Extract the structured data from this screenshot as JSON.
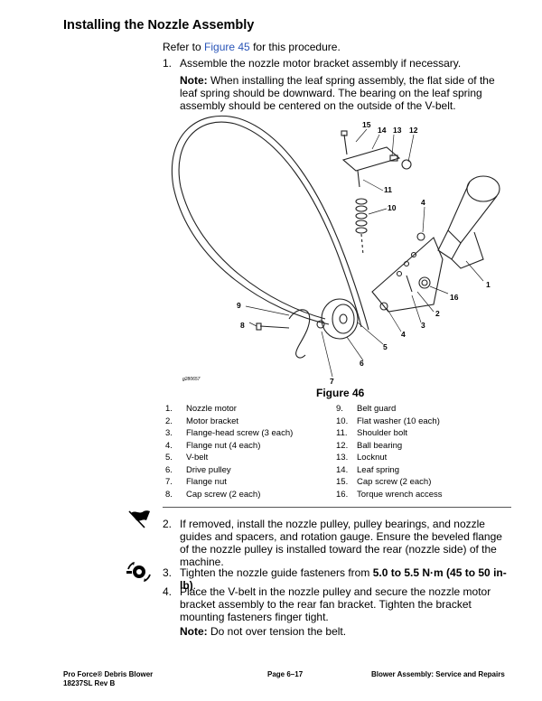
{
  "section_title": "Installing the Nozzle Assembly",
  "intro": {
    "prefix": "Refer to ",
    "link": "Figure 45",
    "suffix": " for this procedure."
  },
  "steps": [
    {
      "num": "1.",
      "text": "Assemble the nozzle motor bracket assembly if necessary."
    },
    {
      "num": "2.",
      "text": "If removed, install the nozzle pulley, pulley bearings, and nozzle guides and spacers, and rotation gauge. Ensure the beveled flange of the nozzle pulley is installed toward the rear (nozzle side) of the machine."
    },
    {
      "num": "3.",
      "text_prefix": "Tighten the nozzle guide fasteners from ",
      "text_bold": "5.0 to 5.5 N·m (45 to 50 in-lb)",
      "text_suffix": "."
    },
    {
      "num": "4.",
      "text": "Place the V-belt in the nozzle pulley and secure the nozzle motor bracket assembly to the rear fan bracket. Tighten the bracket mounting fasteners finger tight."
    }
  ],
  "note1": {
    "label": "Note:",
    "text": " When installing the leaf spring assembly, the flat side of the leaf spring should be downward.  The bearing on the leaf spring assembly should be centered on the outside of the V-belt."
  },
  "note2": {
    "label": "Note:",
    "text": " Do not over tension the belt."
  },
  "figure": {
    "caption": "Figure 46",
    "image_id": "g280657",
    "callouts": [
      "15",
      "14",
      "13",
      "12",
      "11",
      "10",
      "4",
      "1",
      "16",
      "2",
      "3",
      "4",
      "5",
      "6",
      "7",
      "8",
      "9"
    ]
  },
  "legend_left": [
    {
      "num": "1.",
      "label": "Nozzle motor"
    },
    {
      "num": "2.",
      "label": "Motor bracket"
    },
    {
      "num": "3.",
      "label": "Flange-head screw (3 each)"
    },
    {
      "num": "4.",
      "label": "Flange nut (4 each)"
    },
    {
      "num": "5.",
      "label": "V-belt"
    },
    {
      "num": "6.",
      "label": "Drive pulley"
    },
    {
      "num": "7.",
      "label": "Flange nut"
    },
    {
      "num": "8.",
      "label": "Cap screw (2 each)"
    }
  ],
  "legend_right": [
    {
      "num": "9.",
      "label": "Belt guard"
    },
    {
      "num": "10.",
      "label": "Flat washer (10 each)"
    },
    {
      "num": "11.",
      "label": "Shoulder bolt"
    },
    {
      "num": "12.",
      "label": "Ball bearing"
    },
    {
      "num": "13.",
      "label": "Locknut"
    },
    {
      "num": "14.",
      "label": "Leaf spring"
    },
    {
      "num": "15.",
      "label": "Cap screw (2 each)"
    },
    {
      "num": "16.",
      "label": "Torque wrench access"
    }
  ],
  "footer": {
    "product": "Pro Force® Debris Blower",
    "doc": "18237SL  Rev B",
    "page": "Page 6–17",
    "section": "Blower Assembly: Service and Repairs"
  },
  "icons": [
    "flag-icon",
    "torque-wrench-icon"
  ]
}
